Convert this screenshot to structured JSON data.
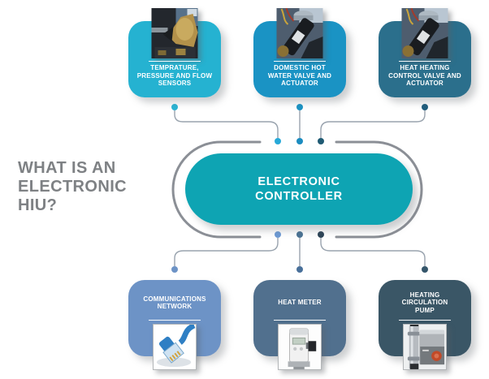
{
  "title": {
    "text": "WHAT IS AN\nELECTRONIC\nHIU?",
    "color": "#7e8184"
  },
  "controller": {
    "label": "ELECTRONIC\nCONTROLLER",
    "color": "#0ea4b3"
  },
  "nodes": [
    {
      "label": "TEMPRATURE,\nPRESSURE AND FLOW\nSENSORS",
      "color": "#25b2d1",
      "photo": "pressure-sensor-photo",
      "box_dot": "#2ab4d3",
      "hub_dot": "#27a9d8"
    },
    {
      "label": "DOMESTIC HOT\nWATER VALVE AND\nACTUATOR",
      "color": "#1a93c4",
      "photo": "hot-water-valve-actuator-photo",
      "box_dot": "#1a93c4",
      "hub_dot": "#1b8cc0"
    },
    {
      "label": "HEAT HEATING\nCONTROL VALVE AND\nACTUATOR",
      "color": "#2b6f8c",
      "photo": "heating-control-valve-actuator-photo",
      "box_dot": "#1f5d7c",
      "hub_dot": "#1f5a73"
    },
    {
      "label": "COMMUNICATIONS\nNETWORK",
      "color": "#6d93c6",
      "photo": "ethernet-cable-photo",
      "box_dot": "#6d93c6",
      "hub_dot": "#6d9ad4"
    },
    {
      "label": "HEAT METER",
      "color": "#51708e",
      "photo": "heat-meter-photo",
      "box_dot": "#49709a",
      "hub_dot": "#4a7293"
    },
    {
      "label": "HEATING\nCIRCULATION\nPUMP",
      "color": "#3a5666",
      "photo": "circulation-pump-photo",
      "box_dot": "#35566b",
      "hub_dot": "#2c4356"
    }
  ],
  "colors": {
    "ring": "#8b8f96",
    "wire": "#99a3ae",
    "background": "#ffffff"
  }
}
